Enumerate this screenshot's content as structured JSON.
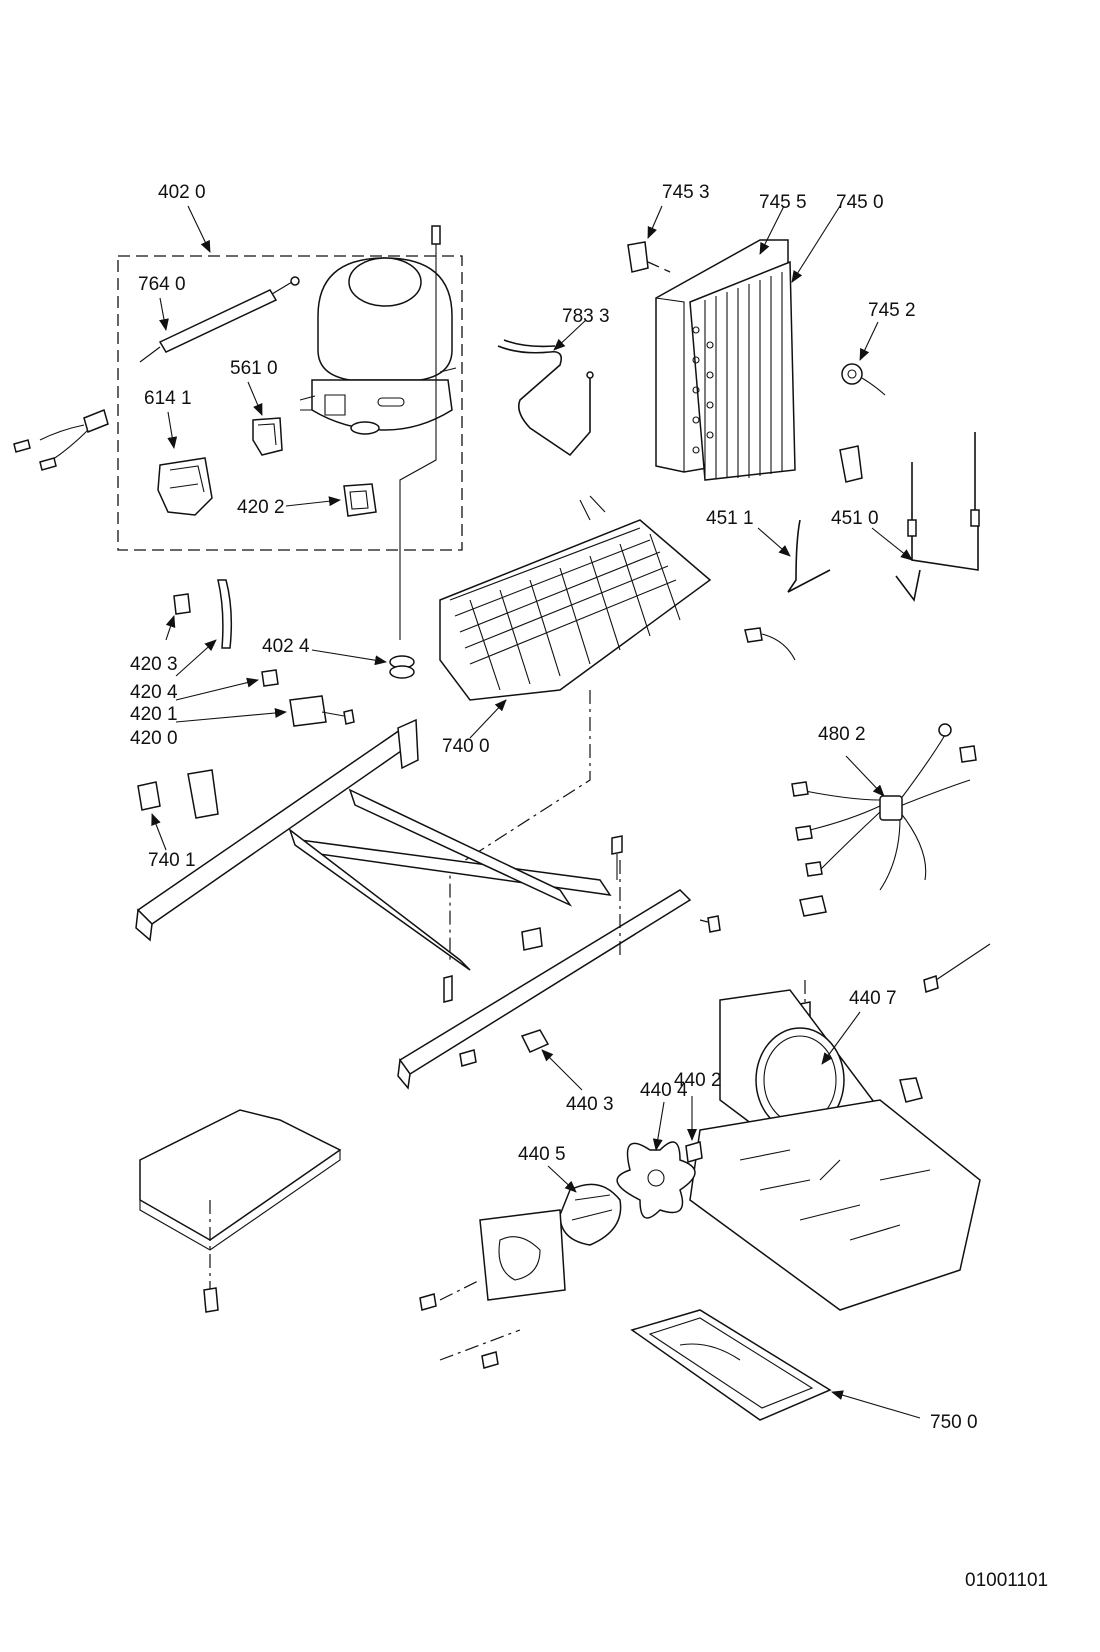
{
  "diagram": {
    "labels": {
      "l4020": "402 0",
      "l7640": "764 0",
      "l5610": "561 0",
      "l6141": "614 1",
      "l4202": "420 2",
      "l7453": "745 3",
      "l7455": "745 5",
      "l7450": "745 0",
      "l7833": "783 3",
      "l7452": "745 2",
      "l4511": "451 1",
      "l4510": "451 0",
      "l4203": "420 3",
      "l4204": "420 4",
      "l4201": "420 1",
      "l4200": "420 0",
      "l4024": "402 4",
      "l7400": "740 0",
      "l4802": "480 2",
      "l7401": "740 1",
      "l4407": "440 7",
      "l4403": "440 3",
      "l4402": "440 2",
      "l4404": "440 4",
      "l4405": "440 5",
      "l7500": "750 0"
    },
    "document_number": "01001101"
  }
}
